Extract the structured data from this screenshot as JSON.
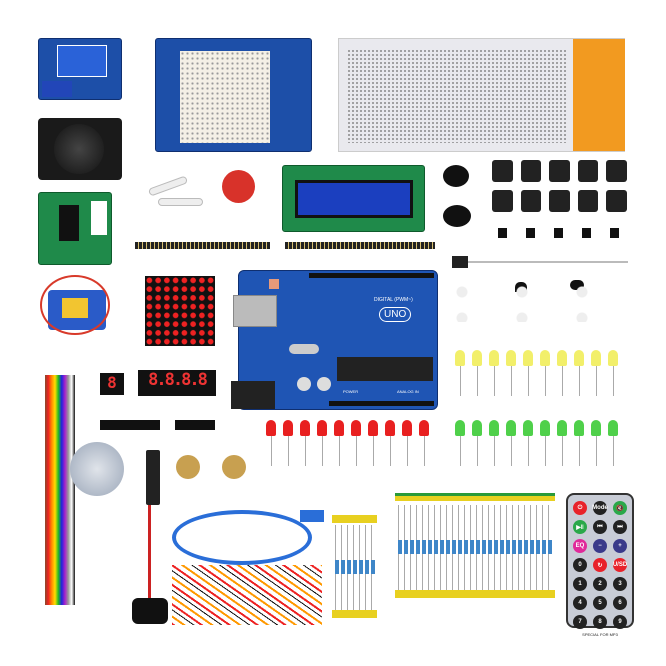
{
  "colors": {
    "board": "#1d4fa8",
    "led_red": "#e82020",
    "led_yellow": "#f2ef6a",
    "led_green": "#4fd04a",
    "remote": "#c8ccd6"
  },
  "arduino": {
    "logo": "UNO",
    "digital_label": "DIGITAL (PWM~)",
    "power_label": "POWER",
    "analog_label": "ANALOG IN"
  },
  "seven_seg": {
    "single": "8",
    "quad": "8.8.8.8"
  },
  "remote": {
    "buttons": [
      {
        "label": "⏻",
        "color": "#e8222a"
      },
      {
        "label": "Mode",
        "color": "#222"
      },
      {
        "label": "🔇",
        "color": "#2aa84a"
      },
      {
        "label": "▶‖",
        "color": "#2aa84a"
      },
      {
        "label": "⏮",
        "color": "#222"
      },
      {
        "label": "⏭",
        "color": "#222"
      },
      {
        "label": "EQ",
        "color": "#e02a9a"
      },
      {
        "label": "−",
        "color": "#3a3a8a"
      },
      {
        "label": "+",
        "color": "#3a3a8a"
      },
      {
        "label": "0",
        "color": "#222"
      },
      {
        "label": "↻",
        "color": "#e8222a"
      },
      {
        "label": "U/SD",
        "color": "#e8222a"
      },
      {
        "label": "1",
        "color": "#222"
      },
      {
        "label": "2",
        "color": "#222"
      },
      {
        "label": "3",
        "color": "#222"
      },
      {
        "label": "4",
        "color": "#222"
      },
      {
        "label": "5",
        "color": "#222"
      },
      {
        "label": "6",
        "color": "#222"
      },
      {
        "label": "7",
        "color": "#222"
      },
      {
        "label": "8",
        "color": "#222"
      },
      {
        "label": "9",
        "color": "#222"
      }
    ],
    "footer": "SPECIAL FOR MP3"
  }
}
